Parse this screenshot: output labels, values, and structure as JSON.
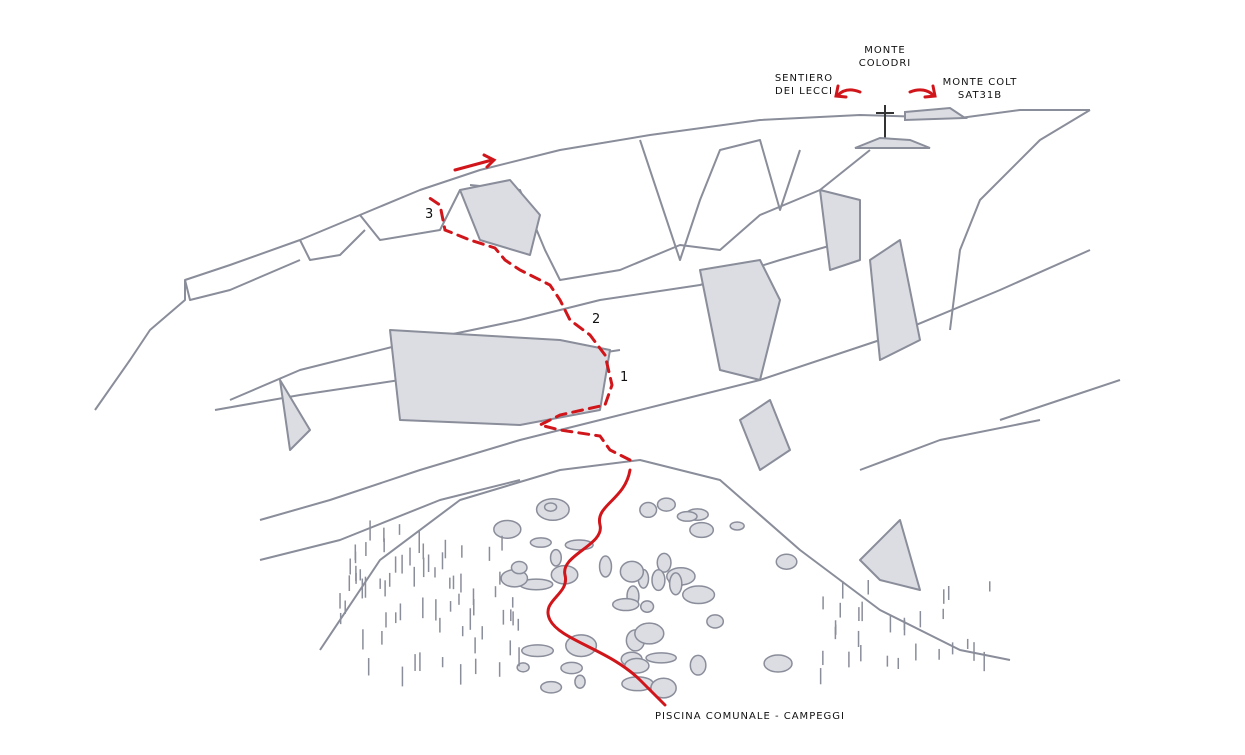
{
  "labels": {
    "summit": "MONTE COLODRI",
    "left_trail": "SENTIERO DEI LECCI",
    "right_trail_line1": "MONTE COLT",
    "right_trail_line2": "SAT31B",
    "start": "PISCINA COMUNALE - CAMPEGGI"
  },
  "pitches": [
    "1",
    "2",
    "3"
  ],
  "colors": {
    "route": "#d0161b",
    "rock_line": "#8a8d9a",
    "rock_fill": "#dcdde3",
    "background": "#ffffff"
  },
  "icons": [
    "summit-cross-icon",
    "arrow-left-icon",
    "arrow-right-icon",
    "exit-arrow-icon"
  ]
}
